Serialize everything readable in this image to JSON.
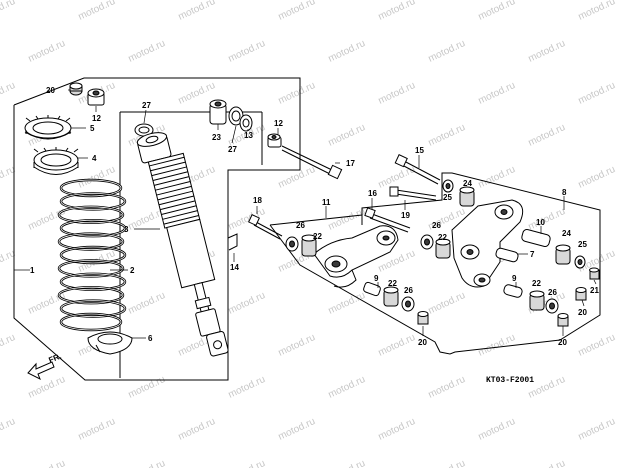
{
  "diagram": {
    "code": "KT03-F2001",
    "watermark": "motod.ru",
    "front_label": "FR.",
    "callouts": [
      "1",
      "2",
      "3",
      "4",
      "5",
      "6",
      "7",
      "8",
      "9",
      "10",
      "11",
      "12",
      "13",
      "14",
      "15",
      "16",
      "17",
      "18",
      "19",
      "20",
      "21",
      "22",
      "23",
      "24",
      "25",
      "26",
      "27"
    ]
  }
}
